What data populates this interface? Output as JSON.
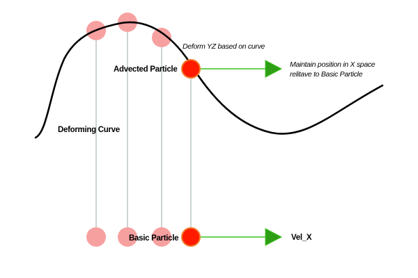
{
  "labels": {
    "advected_particle": "Advected Particle",
    "deform_note": "Deform YZ based on curve",
    "maintain_note_line1": "Maintain position in X space",
    "maintain_note_line2": "relitave to Basic Particle",
    "deforming_curve": "Deforming Curve",
    "basic_particle": "Basic Particle",
    "vel_x": "Vel_X"
  },
  "colors": {
    "curve": "#000000",
    "ghost_particle": "#f7a0a0",
    "active_particle_fill": "#ff1a00",
    "active_particle_stroke": "#f07a2a",
    "guide_line": "#9aa8a8",
    "arrow": "#3cc01e",
    "arrow_head": "#2e9e14"
  }
}
